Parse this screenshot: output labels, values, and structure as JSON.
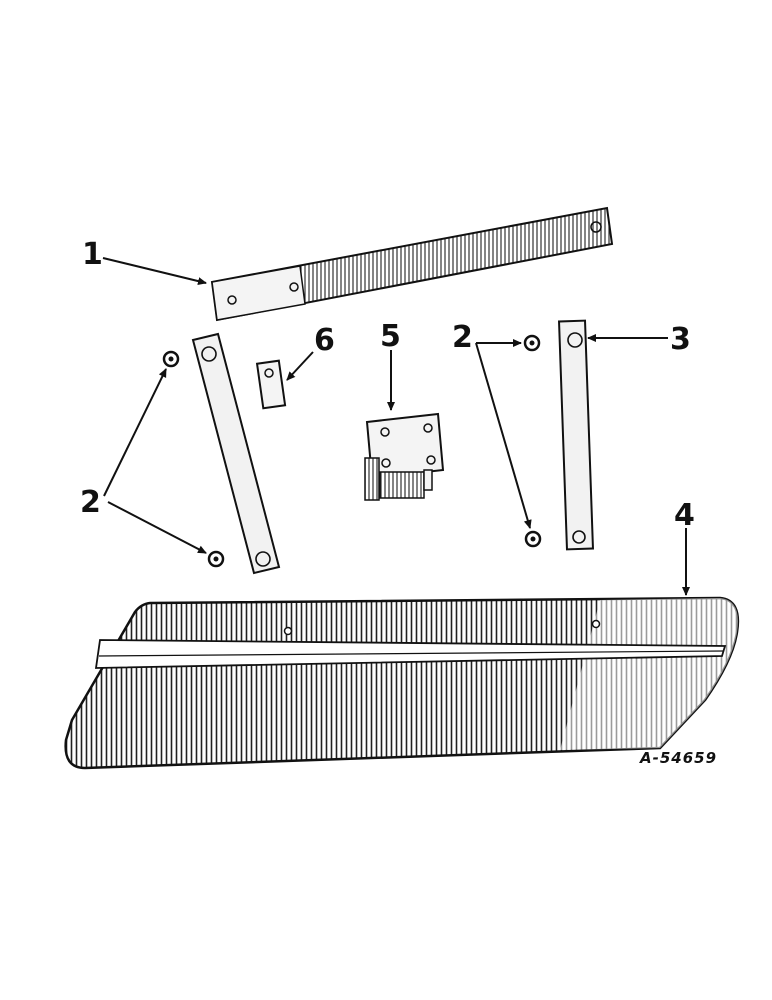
{
  "callouts": {
    "c1": "1",
    "c2_left": "2",
    "c2_right": "2",
    "c3": "3",
    "c4": "4",
    "c5": "5",
    "c6": "6"
  },
  "drawing_code": "A-54659",
  "colors": {
    "ink": "#111111",
    "paper": "#ffffff",
    "part_fill": "#e6e6e6"
  }
}
